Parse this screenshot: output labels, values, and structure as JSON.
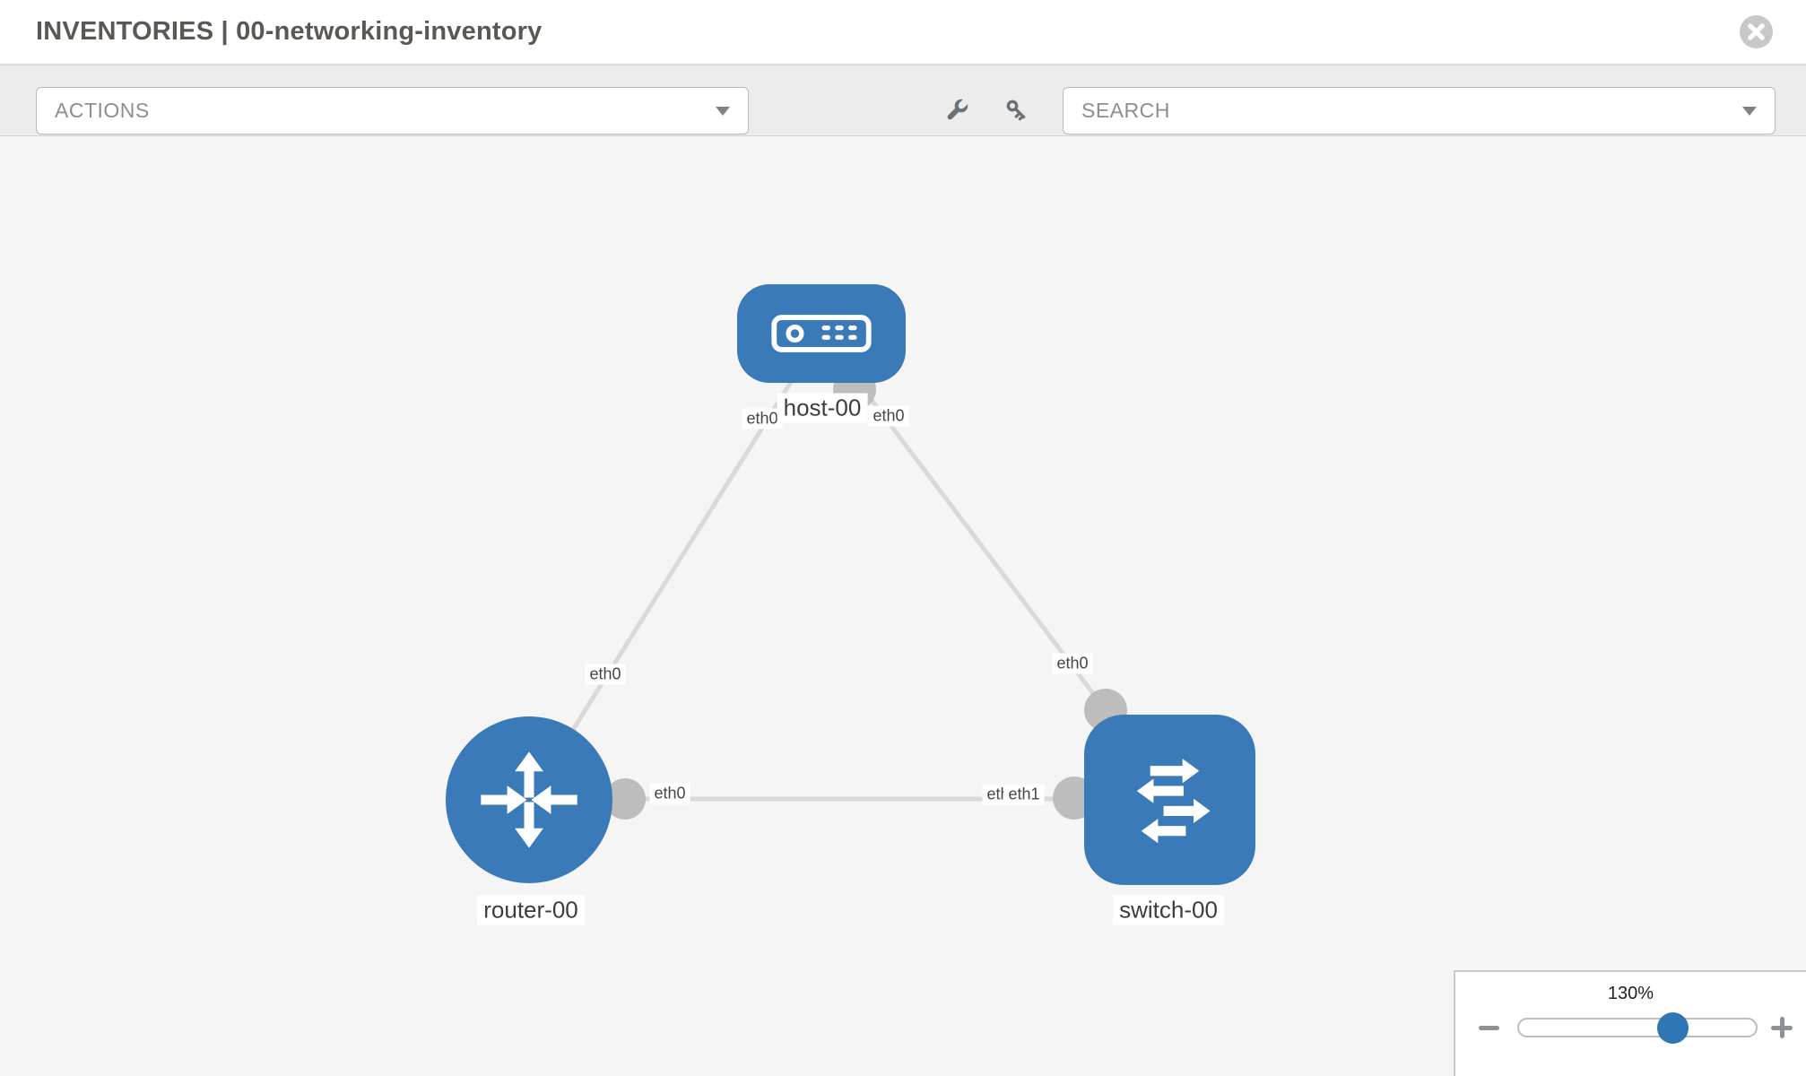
{
  "header": {
    "title": "INVENTORIES | 00-networking-inventory"
  },
  "toolbar": {
    "actions_label": "ACTIONS",
    "search_label": "SEARCH"
  },
  "topology": {
    "nodes": [
      {
        "id": "host-00",
        "type": "host",
        "label": "host-00"
      },
      {
        "id": "router-00",
        "type": "router",
        "label": "router-00"
      },
      {
        "id": "switch-00",
        "type": "switch",
        "label": "switch-00"
      }
    ],
    "links": [
      {
        "from": "host-00",
        "to": "router-00",
        "from_label": "eth0",
        "to_label": "eth0"
      },
      {
        "from": "host-00",
        "to": "switch-00",
        "from_label": "eth0",
        "to_label": "eth0"
      },
      {
        "from": "router-00",
        "to": "switch-00",
        "from_label": "eth0",
        "to_label_under": "eth0",
        "to_label_over": "eth1"
      }
    ]
  },
  "zoom_control": {
    "level": "130%"
  },
  "icons": {
    "close": "circle-x",
    "wrench": "wrench",
    "key": "key",
    "dropdown": "chevron-down",
    "zoom_out": "minus",
    "zoom_in": "plus",
    "host": "server",
    "router": "arrows-in-out-cross",
    "switch": "arrows-exchange"
  },
  "colors": {
    "node-blue": "#3b7ab8",
    "knob-blue": "#2f76b5",
    "link-gray": "#d9d9d9",
    "iface-gray": "#bdbdbd",
    "canvas-bg": "#f5f5f5",
    "toolbar-bg": "#ececec"
  }
}
